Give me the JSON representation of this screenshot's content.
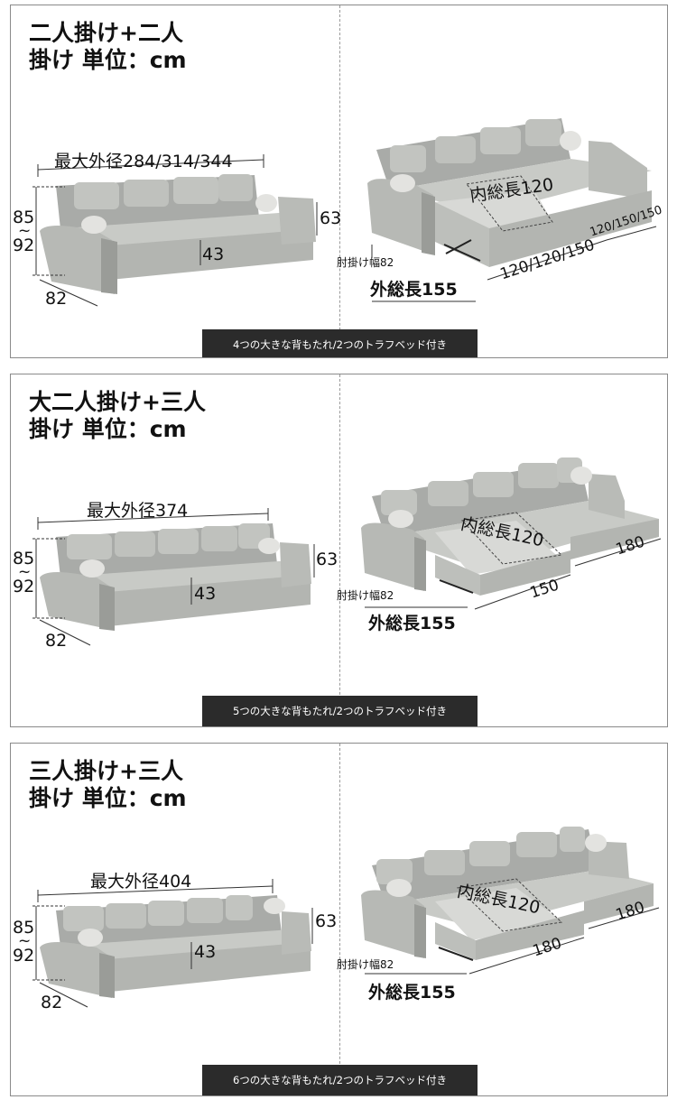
{
  "panels": [
    {
      "title_line1": "二人掛け+二人",
      "title_line2": "掛け 単位：cm",
      "max_width_label": "最大外径284/314/344",
      "height_label_top": "85",
      "height_label_tilde": "~",
      "height_label_bottom": "92",
      "seat_height": "43",
      "arm_height": "63",
      "depth": "82",
      "inner_length": "内総長120",
      "bed_widths": "120/120/150",
      "chaise_widths": "120/150/150",
      "armrest_width": "肘掛け幅82",
      "outer_length": "外総長155",
      "caption": "4つの大きな背もたれ/2つのトラフベッド付き"
    },
    {
      "title_line1": "大二人掛け+三人",
      "title_line2": "掛け 単位：cm",
      "max_width_label": "最大外径374",
      "height_label_top": "85",
      "height_label_tilde": "~",
      "height_label_bottom": "92",
      "seat_height": "43",
      "arm_height": "63",
      "depth": "82",
      "inner_length": "内総長120",
      "bed_widths": "150",
      "chaise_widths": "180",
      "armrest_width": "肘掛け幅82",
      "outer_length": "外総長155",
      "caption": "5つの大きな背もたれ/2つのトラフベッド付き"
    },
    {
      "title_line1": "三人掛け+三人",
      "title_line2": "掛け 単位：cm",
      "max_width_label": "最大外径404",
      "height_label_top": "85",
      "height_label_tilde": "~",
      "height_label_bottom": "92",
      "seat_height": "43",
      "arm_height": "63",
      "depth": "82",
      "inner_length": "内総長120",
      "bed_widths": "180",
      "chaise_widths": "180",
      "armrest_width": "肘掛け幅82",
      "outer_length": "外総長155",
      "caption": "6つの大きな背もたれ/2つのトラフベッド付き"
    }
  ]
}
